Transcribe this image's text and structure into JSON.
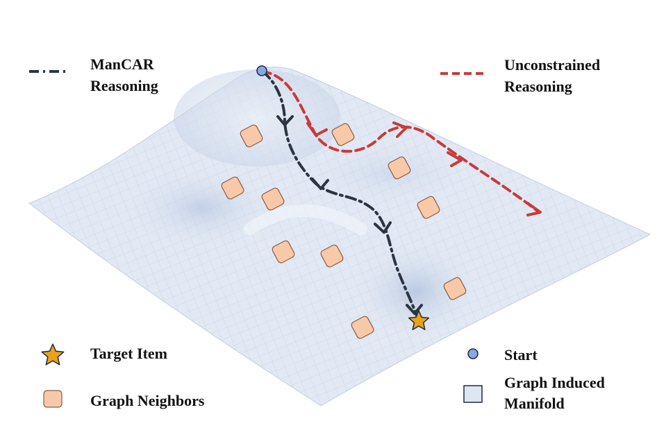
{
  "legend": {
    "mancar_line1": "ManCAR",
    "mancar_line2": "Reasoning",
    "unconstrained_line1": "Unconstrained",
    "unconstrained_line2": "Reasoning",
    "target_item": "Target Item",
    "graph_neighbors": "Graph Neighbors",
    "start": "Start",
    "manifold_line1": "Graph Induced",
    "manifold_line2": "Manifold"
  },
  "colors": {
    "mancar_path": "#2b3442",
    "unconstrained_path": "#c93a3a",
    "neighbor_fill": "#f8c9a8",
    "neighbor_stroke": "#8a5a45",
    "star_fill": "#e8a317",
    "start_fill": "#8aa8e0",
    "manifold_fill": "#dde6f3"
  }
}
